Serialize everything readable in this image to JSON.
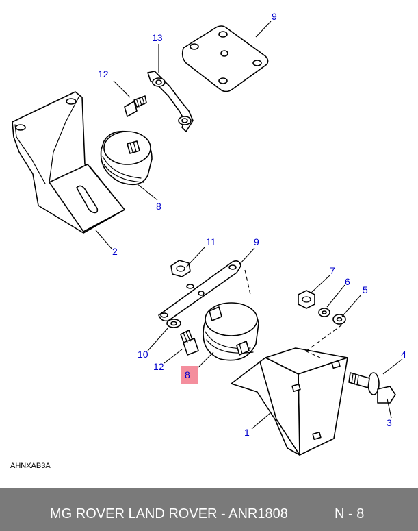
{
  "diagram": {
    "reference_code": "AHNXAB3A",
    "callouts": [
      {
        "id": "c9a",
        "text": "9"
      },
      {
        "id": "c13",
        "text": "13"
      },
      {
        "id": "c12a",
        "text": "12"
      },
      {
        "id": "c8a",
        "text": "8"
      },
      {
        "id": "c2",
        "text": "2"
      },
      {
        "id": "c11",
        "text": "11"
      },
      {
        "id": "c9b",
        "text": "9"
      },
      {
        "id": "c7",
        "text": "7"
      },
      {
        "id": "c6",
        "text": "6"
      },
      {
        "id": "c5",
        "text": "5"
      },
      {
        "id": "c4",
        "text": "4"
      },
      {
        "id": "c10",
        "text": "10"
      },
      {
        "id": "c12b",
        "text": "12"
      },
      {
        "id": "c8b",
        "text": "8"
      },
      {
        "id": "c1",
        "text": "1"
      },
      {
        "id": "c3",
        "text": "3"
      }
    ],
    "highlight_color": "#f27a8c",
    "callout_color": "#0000cc"
  },
  "footer": {
    "brand_text": "MG ROVER LAND ROVER - ANR1808",
    "page_text": "N - 8",
    "background": "#7a7a7a"
  }
}
